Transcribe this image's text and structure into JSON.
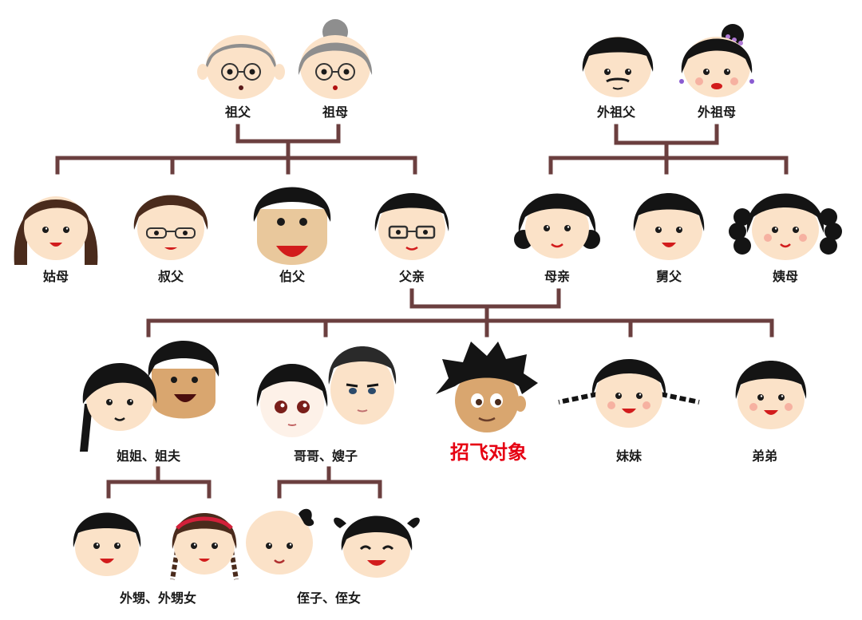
{
  "colors": {
    "connector": "#6b3f3f",
    "skin": "#fbe2c8",
    "skin_tan": "#d9a66f",
    "hair_black": "#141414",
    "hair_brown": "#4a2b1c",
    "hair_gray": "#8e8e8e",
    "highlight": "#e60012"
  },
  "labels": {
    "grandfather": "祖父",
    "grandmother": "祖母",
    "maternal_grandfather": "外祖父",
    "maternal_grandmother": "外祖母",
    "paternal_aunt": "姑母",
    "younger_uncle": "叔父",
    "elder_uncle": "伯父",
    "father": "父亲",
    "mother": "母亲",
    "maternal_uncle": "舅父",
    "maternal_aunt": "姨母",
    "elder_sister_couple": "姐姐、姐夫",
    "elder_brother_couple": "哥哥、嫂子",
    "target": "招飞对象",
    "younger_sister": "妹妹",
    "younger_brother": "弟弟",
    "sister_children": "外甥、外甥女",
    "brother_children": "侄子、侄女"
  }
}
